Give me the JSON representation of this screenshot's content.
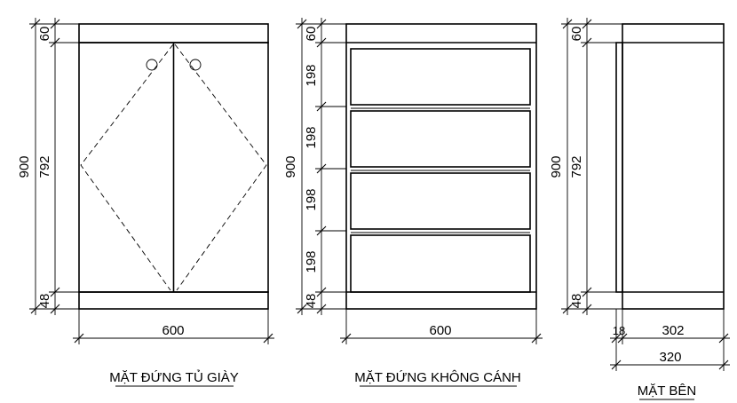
{
  "views": {
    "front_door": {
      "title": "MẶT ĐỨNG TỦ GIÀY",
      "dims": {
        "total_h": "900",
        "top": "60",
        "body": "792",
        "base": "48",
        "width": "600"
      }
    },
    "front_open": {
      "title": "MẶT ĐỨNG KHÔNG CÁNH",
      "dims": {
        "total_h": "900",
        "top": "60",
        "shelf1": "198",
        "shelf2": "198",
        "shelf3": "198",
        "shelf4": "198",
        "base": "48",
        "width": "600"
      }
    },
    "side": {
      "title": "MẶT BÊN",
      "dims": {
        "total_h": "900",
        "top": "60",
        "body": "792",
        "base": "48",
        "door": "18",
        "depth_body": "302",
        "depth_total": "320"
      }
    }
  }
}
